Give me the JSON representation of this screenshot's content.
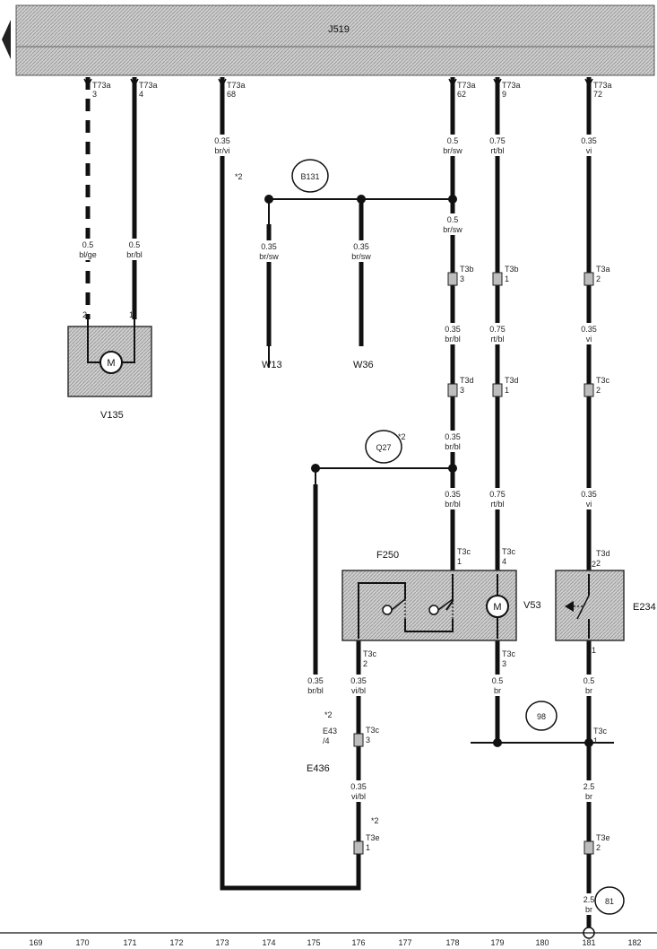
{
  "header": {
    "label": "J519"
  },
  "top_terminals": [
    {
      "conn": "T73a",
      "pin": "3"
    },
    {
      "conn": "T73a",
      "pin": "4"
    },
    {
      "conn": "T73a",
      "pin": "68"
    },
    {
      "conn": "T73a",
      "pin": "62"
    },
    {
      "conn": "T73a",
      "pin": "9"
    },
    {
      "conn": "T73a",
      "pin": "72"
    }
  ],
  "wires": [
    "0.5",
    "bl/ge",
    "0.5",
    "br/bl",
    "0.35",
    "br/vi",
    "0.5",
    "br/sw",
    "0.75",
    "rt/bl",
    "0.35",
    "vi",
    "0.5",
    "br/sw",
    "0.35",
    "br/sw",
    "0.35",
    "br/sw",
    "0.35",
    "br/bl",
    "0.75",
    "rt/bl",
    "0.35",
    "vi",
    "0.35",
    "br/bl",
    "0.35",
    "br/bl",
    "0.75",
    "rt/bl",
    "0.35",
    "vi",
    "0.35",
    "br/bl",
    "0.35",
    "vi/bl",
    "0.5",
    "br",
    "0.5",
    "br",
    "0.35",
    "vi/bl",
    "2.5",
    "br",
    "2.5",
    "br"
  ],
  "connectors": [
    {
      "conn": "T3b",
      "pin": "3"
    },
    {
      "conn": "T3b",
      "pin": "1"
    },
    {
      "conn": "T3a",
      "pin": "2"
    },
    {
      "conn": "T3d",
      "pin": "3"
    },
    {
      "conn": "T3d",
      "pin": "1"
    },
    {
      "conn": "T3c",
      "pin": "2"
    },
    {
      "conn": "T3c",
      "pin": "1"
    },
    {
      "conn": "T3c",
      "pin": "4"
    },
    {
      "conn": "T3c",
      "pin": "2"
    },
    {
      "conn": "T3c",
      "pin": "3"
    },
    {
      "conn": "T3c",
      "pin": "3"
    },
    {
      "conn": "T3c",
      "pin": "1"
    },
    {
      "conn": "T3e",
      "pin": "1"
    },
    {
      "conn": "T3e",
      "pin": "2"
    },
    {
      "conn": "T3d",
      "pin": "2"
    }
  ],
  "footnote_marks": [
    "*2",
    "*2",
    "*2",
    "*2"
  ],
  "splices": [
    {
      "label": "B131"
    },
    {
      "label": "Q27"
    },
    {
      "label": "98"
    },
    {
      "label": "81"
    }
  ],
  "components": {
    "v135": "V135",
    "w13": "W13",
    "w36": "W36",
    "f250": "F250",
    "v53": "V53",
    "e234": "E234",
    "e436": "E436",
    "e43_ref": "E43",
    "e43_pin": "/4"
  },
  "motor_symbol": "M",
  "pin_numbers": [
    "2",
    "1",
    "2",
    "1"
  ],
  "track_numbers": [
    "169",
    "170",
    "171",
    "172",
    "173",
    "174",
    "175",
    "176",
    "177",
    "178",
    "179",
    "180",
    "181",
    "182"
  ]
}
